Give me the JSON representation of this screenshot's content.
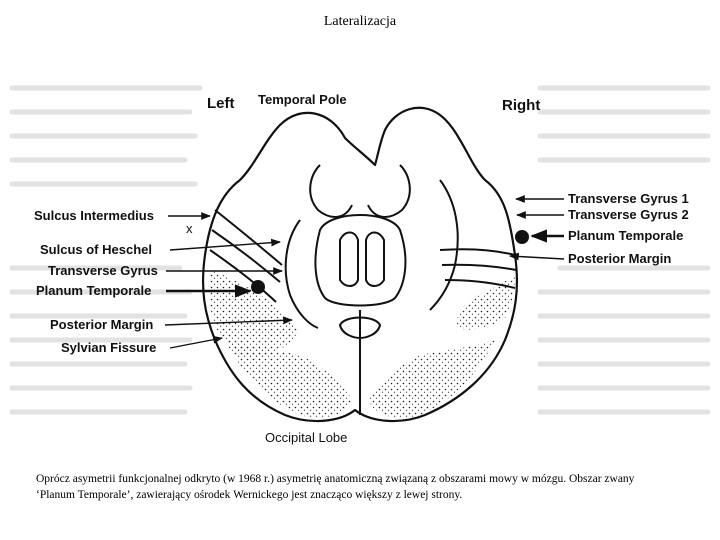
{
  "title": "Lateralizacja",
  "diagram": {
    "top_labels": {
      "left": "Left",
      "temporal_pole": "Temporal Pole",
      "right": "Right"
    },
    "bottom_label": "Occipital Lobe",
    "x_mark": "x",
    "left_labels": [
      "Sulcus Intermedius",
      "Sulcus of Heschel",
      "Transverse Gyrus",
      "Planum Temporale",
      "Posterior Margin",
      "Sylvian Fissure"
    ],
    "right_labels": [
      "Transverse Gyrus 1",
      "Transverse Gyrus 2",
      "Planum Temporale",
      "Posterior Margin"
    ]
  },
  "caption": {
    "line1": "Oprócz asymetrii funkcjonalnej odkryto (w 1968 r.) asymetrię anatomiczną związaną z obszarami mowy w mózgu. Obszar zwany",
    "line2": "‘Planum Temporale’, zawierający ośrodek Wernickego jest znacząco większy z lewej strony."
  },
  "colors": {
    "ink": "#111111",
    "faint_text": "#d6d6d6"
  }
}
